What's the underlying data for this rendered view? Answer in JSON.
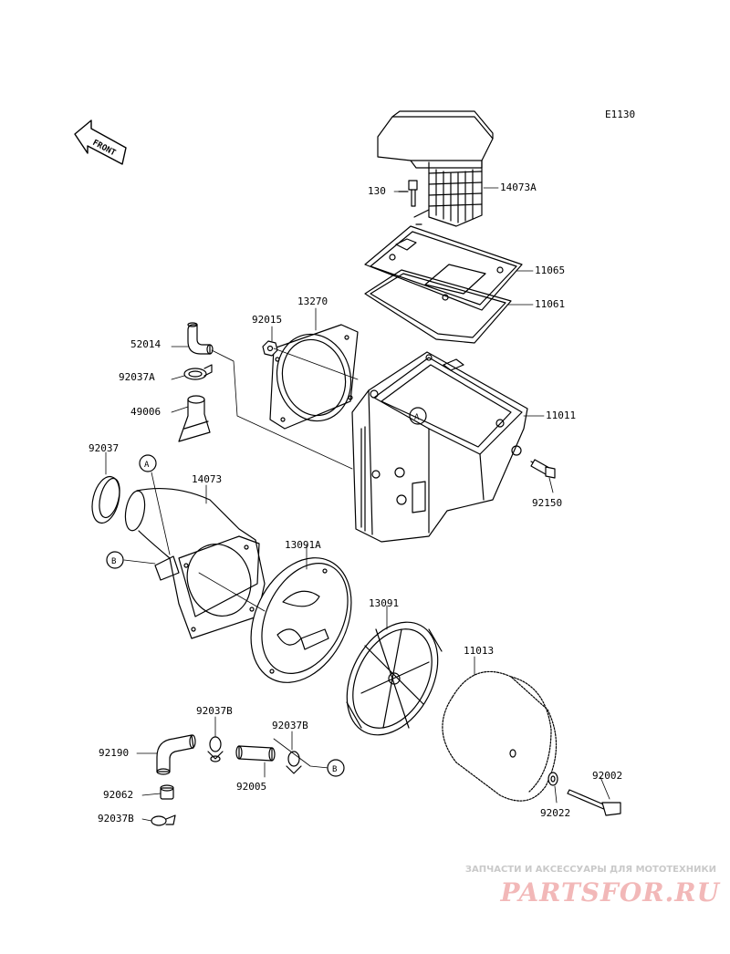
{
  "diagram": {
    "code": "E1130",
    "front_label": "FRONT",
    "callouts": {
      "A": "A",
      "B": "B"
    },
    "parts": {
      "p130": "130",
      "p14073A": "14073A",
      "p11065": "11065",
      "p11061": "11061",
      "p13270": "13270",
      "p92015": "92015",
      "p52014": "52014",
      "p92037A": "92037A",
      "p49006": "49006",
      "p11011": "11011",
      "p92150": "92150",
      "p92037": "92037",
      "p14073": "14073",
      "p13091A": "13091A",
      "p13091": "13091",
      "p11013": "11013",
      "p92037B_a": "92037B",
      "p92037B_b": "92037B",
      "p92190": "92190",
      "p92005": "92005",
      "p92062": "92062",
      "p92037B_c": "92037B",
      "p92002": "92002",
      "p92022": "92022"
    }
  },
  "watermark": {
    "tagline": "ЗАПЧАСТИ И АКСЕССУАРЫ ДЛЯ МОТОТЕХНИКИ",
    "logo": "PARTSFOR.RU"
  }
}
